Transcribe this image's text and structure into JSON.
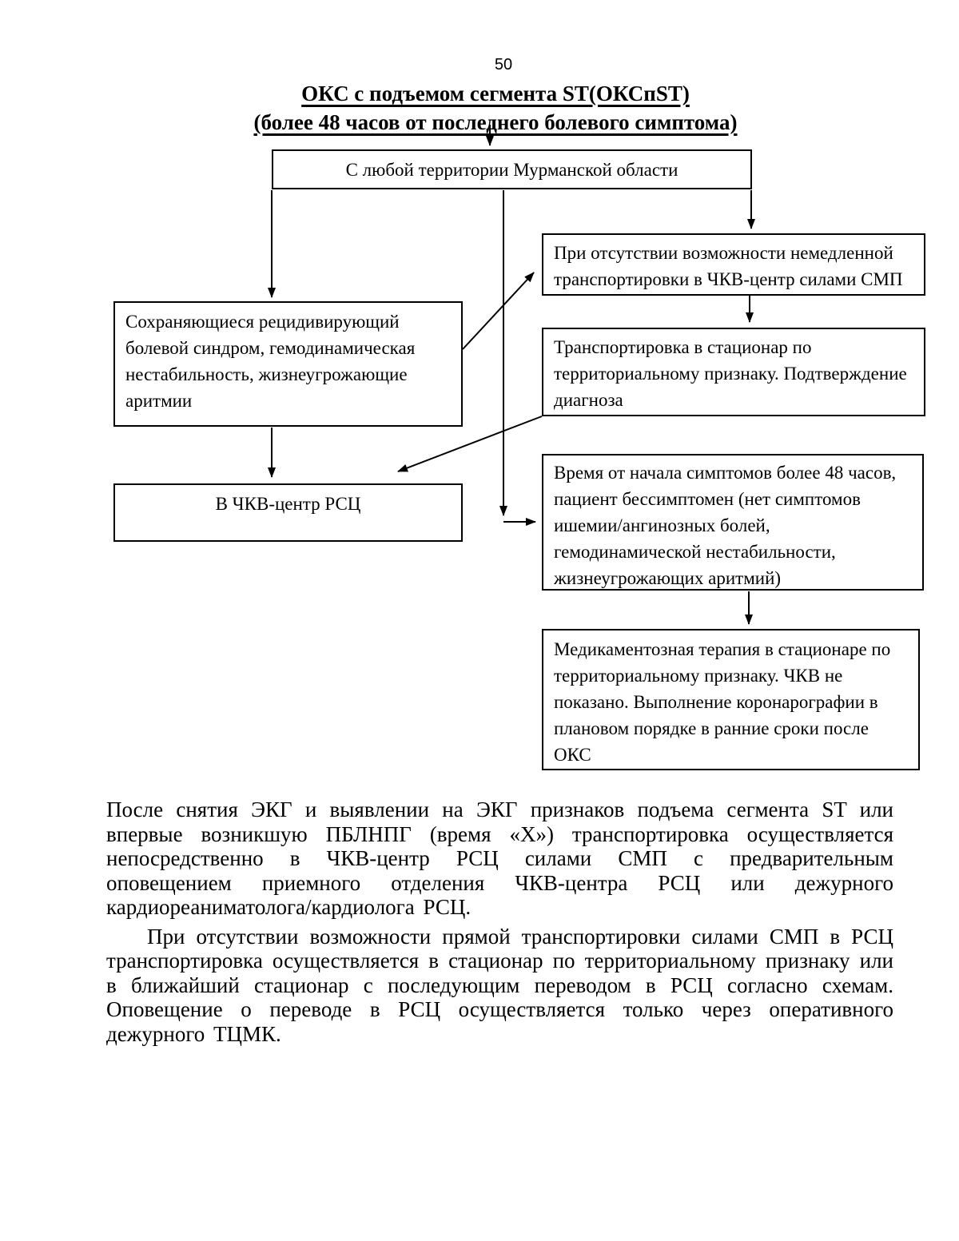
{
  "page": {
    "number": "50"
  },
  "title": {
    "line1": "ОКС с подъемом сегмента ST(ОКСпST)",
    "line2": "(более 48 часов от последнего болевого симптома)"
  },
  "colors": {
    "ink": "#000000",
    "paper": "#ffffff"
  },
  "flowchart": {
    "boxes": {
      "any_territory": {
        "lines": [
          "С любой территории Мурманской области"
        ]
      },
      "no_immediate_transport": {
        "lines": [
          "При отсутствии возможности немедленной",
          "транспортировки в ЧКВ-центр силами СМП"
        ]
      },
      "persistent_symptoms": {
        "lines": [
          "Сохраняющиеся рецидивирующий",
          "болевой синдром, гемодинамическая",
          "нестабильность, жизнеугрожающие",
          "аритмии"
        ]
      },
      "territorial_hospital": {
        "lines": [
          "Транспортировка в стационар по",
          "территориальному признаку. Подтверждение",
          "диагноза"
        ]
      },
      "pci_center": {
        "lines": [
          "В ЧКВ-центр РСЦ"
        ]
      },
      "time_over_48h": {
        "lines": [
          "Время от начала симптомов более 48 часов,",
          "пациент бессимптомен (нет симптомов",
          "ишемии/ангинозных болей,",
          "гемодинамической нестабильности,",
          "жизнеугрожающих аритмий)"
        ]
      },
      "medical_therapy": {
        "lines": [
          "Медикаментозная терапия в стационаре по",
          "территориальному признаку. ЧКВ не",
          "показано. Выполнение коронарографии в",
          "плановом порядке в ранние сроки после",
          "ОКС"
        ]
      }
    }
  },
  "paragraphs": {
    "p1": "После снятия ЭКГ и выявлении на ЭКГ признаков подъема сегмента ST или впервые возникшую ПБЛНПГ (время «Х») транспортировка осуществляется непосредственно в ЧКВ-центр РСЦ силами СМП с предварительным оповещением приемного отделения ЧКВ-центра РСЦ или дежурного кардиореаниматолога/кардиолога РСЦ.",
    "p2": "При отсутствии возможности прямой транспортировки силами СМП в РСЦ транспортировка осуществляется в стационар по территориальному признаку или в ближайший стационар с последующим переводом в РСЦ согласно схемам. Оповещение о переводе в РСЦ осуществляется только через оперативного дежурного ТЦМК."
  }
}
